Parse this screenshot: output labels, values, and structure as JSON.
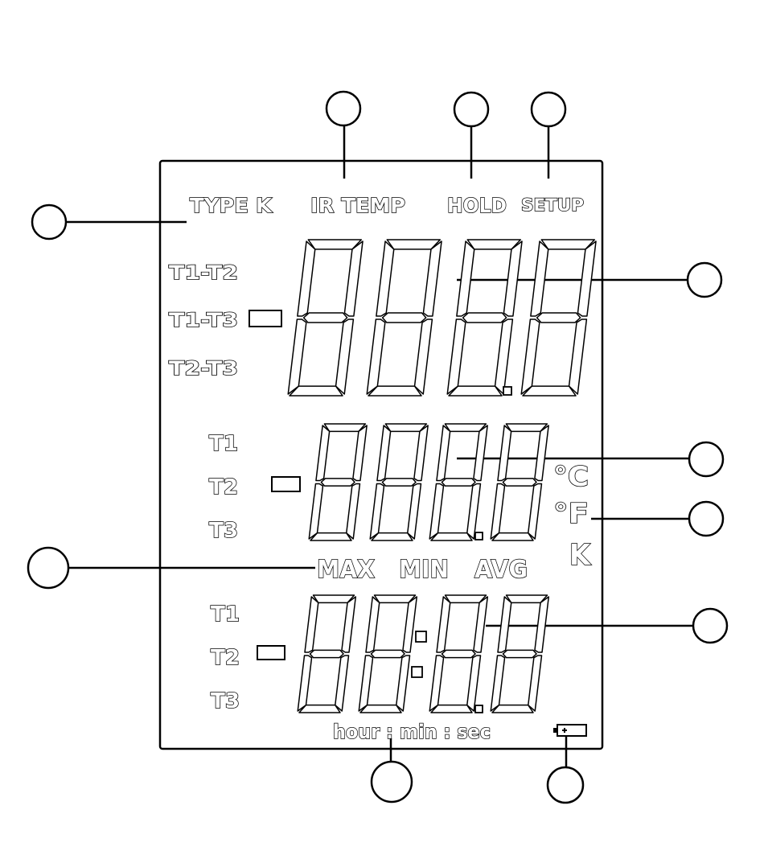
{
  "labels": {
    "type_k": "TYPE K",
    "ir_temp": "IR TEMP",
    "hold": "HOLD",
    "setup": "SETUP",
    "diff_t1_t2": "T1-T2",
    "diff_t1_t3": "T1-T3",
    "diff_t2_t3": "T2-T3",
    "mid_t1": "T1",
    "mid_t2": "T2",
    "mid_t3": "T3",
    "unit_c": "°C",
    "unit_f": "°F",
    "unit_k": "K",
    "max": "MAX",
    "min": "MIN",
    "avg": "AVG",
    "low_t1": "T1",
    "low_t2": "T2",
    "low_t3": "T3",
    "time_caption": "hour : min : sec"
  },
  "icons": {
    "battery": "battery-icon"
  }
}
